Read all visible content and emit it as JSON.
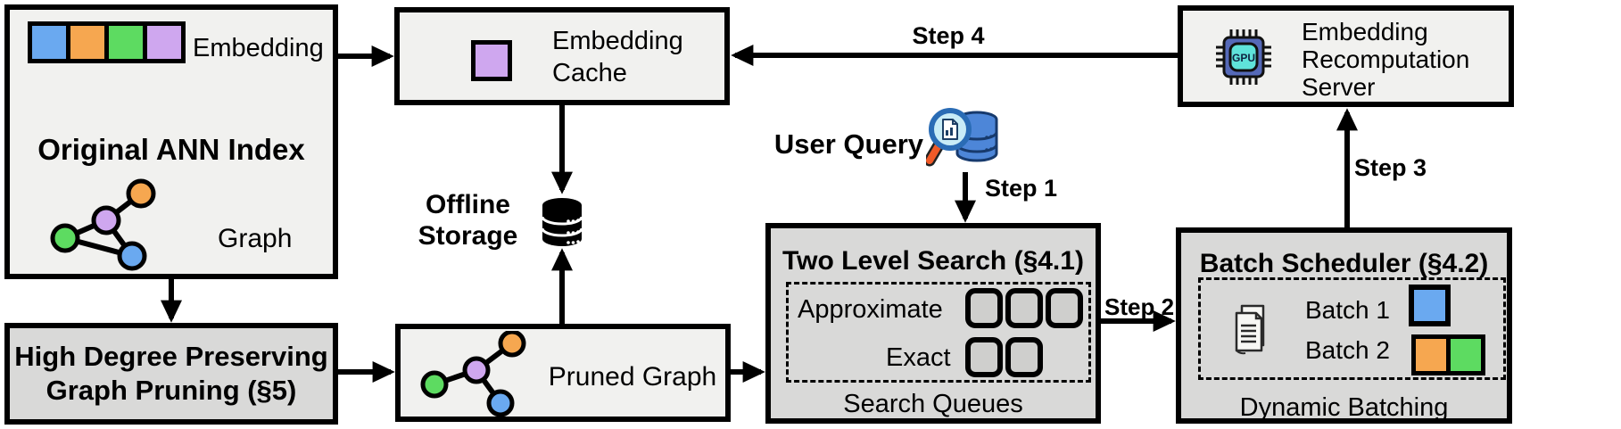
{
  "palette": {
    "blue": "#6aa9f0",
    "orange": "#f6a750",
    "green": "#5ddb61",
    "purple": "#cfa7ef",
    "light_box": "#f1f1ef",
    "gray_box": "#d9d9d8",
    "slot": "#cfcfcd",
    "db_blue": "#4d86d8",
    "db_blue_dark": "#173a6d",
    "lens_rim": "#2a6cb5",
    "lens_fill": "#c8ecf7",
    "handle": "#f05a28",
    "chip_body": "#5569b8",
    "chip_inner": "#5fe3da",
    "ink": "#000000"
  },
  "ann_index": {
    "embedding_label": "Embedding",
    "title": "Original ANN Index",
    "graph_label": "Graph"
  },
  "graph_pruning": {
    "line1": "High Degree Preserving",
    "line2": "Graph Pruning (§5)"
  },
  "embedding_cache": {
    "line1": "Embedding",
    "line2": "Cache"
  },
  "offline_storage": {
    "line1": "Offline",
    "line2": "Storage"
  },
  "pruned_graph": {
    "label": "Pruned Graph"
  },
  "user_query": {
    "label": "User Query"
  },
  "two_level_search": {
    "title": "Two Level Search (§4.1)",
    "approximate_label": "Approximate",
    "exact_label": "Exact",
    "approximate_slots": 3,
    "exact_slots": 2,
    "caption": "Search Queues"
  },
  "batch_scheduler": {
    "title": "Batch Scheduler (§4.2)",
    "batch1_label": "Batch 1",
    "batch2_label": "Batch 2",
    "caption": "Dynamic Batching"
  },
  "recomputation_server": {
    "line1": "Embedding",
    "line2": "Recomputation",
    "line3": "Server",
    "gpu_label": "GPU"
  },
  "steps": {
    "step1": "Step 1",
    "step2": "Step 2",
    "step3": "Step 3",
    "step4": "Step 4"
  }
}
